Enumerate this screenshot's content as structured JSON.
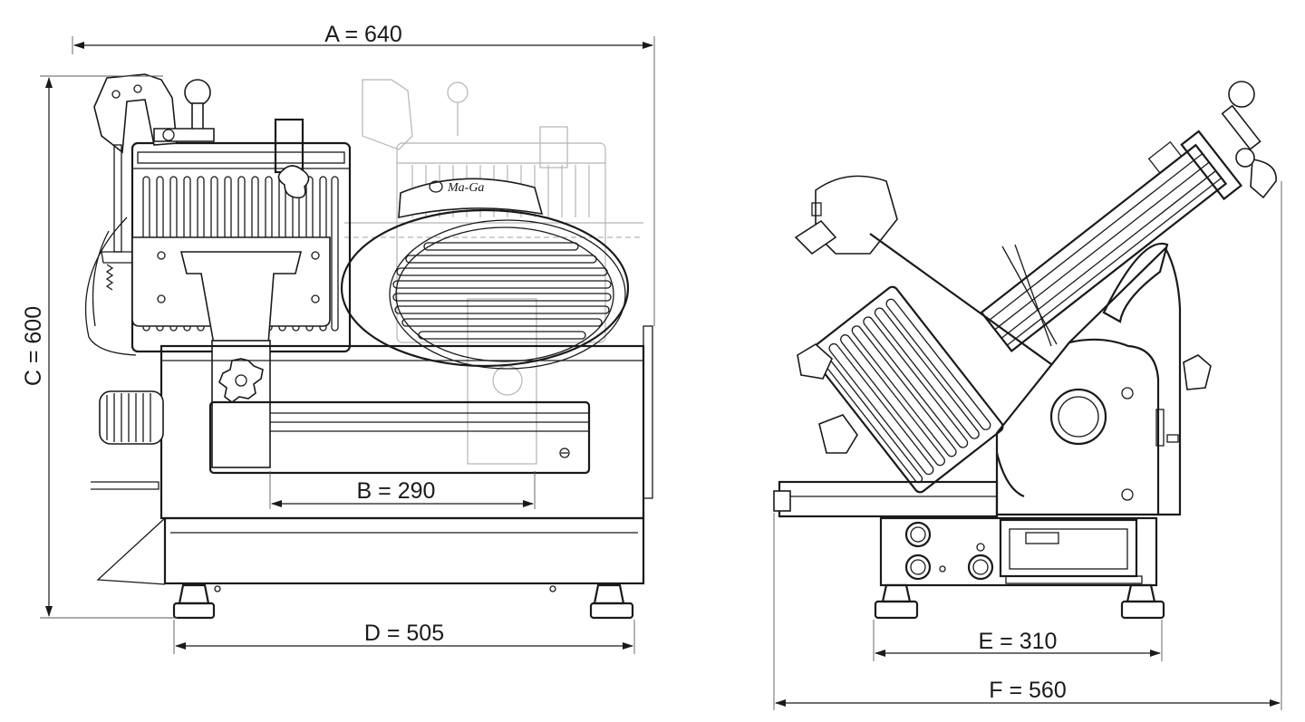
{
  "dimensions": {
    "A": "A =  640",
    "B": "B = 290",
    "C": "C =  600",
    "D": "D =  505",
    "E": "E =  310",
    "F": "F =  560"
  },
  "brand_logo_text": "Ma-Ga",
  "colors": {
    "line": "#1a1a1a",
    "ghost": "#b5b5b5",
    "background": "#ffffff"
  }
}
